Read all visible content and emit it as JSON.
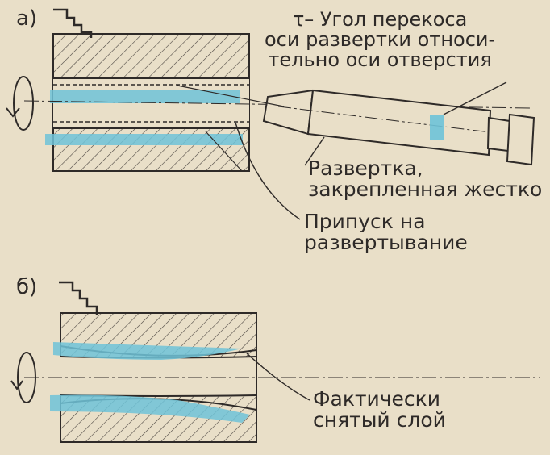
{
  "figure": {
    "part_a": {
      "marker": "а)"
    },
    "part_b": {
      "marker": "б)"
    },
    "labels": {
      "skew_angle": "τ– Угол перекоса\nоси развертки относи-\nтельно оси отверстия",
      "reamer": "Развертка,\nзакрепленная жестко",
      "allowance": "Припуск на\nразвертывание",
      "removed_layer": "Фактически\nснятый слой"
    }
  },
  "colors": {
    "paper": "#e9dfc8",
    "ink": "#2e2a28",
    "accent_blue": "#6ec3d8"
  },
  "icons": [
    "rotation-arrow-icon",
    "step-mark-icon"
  ]
}
